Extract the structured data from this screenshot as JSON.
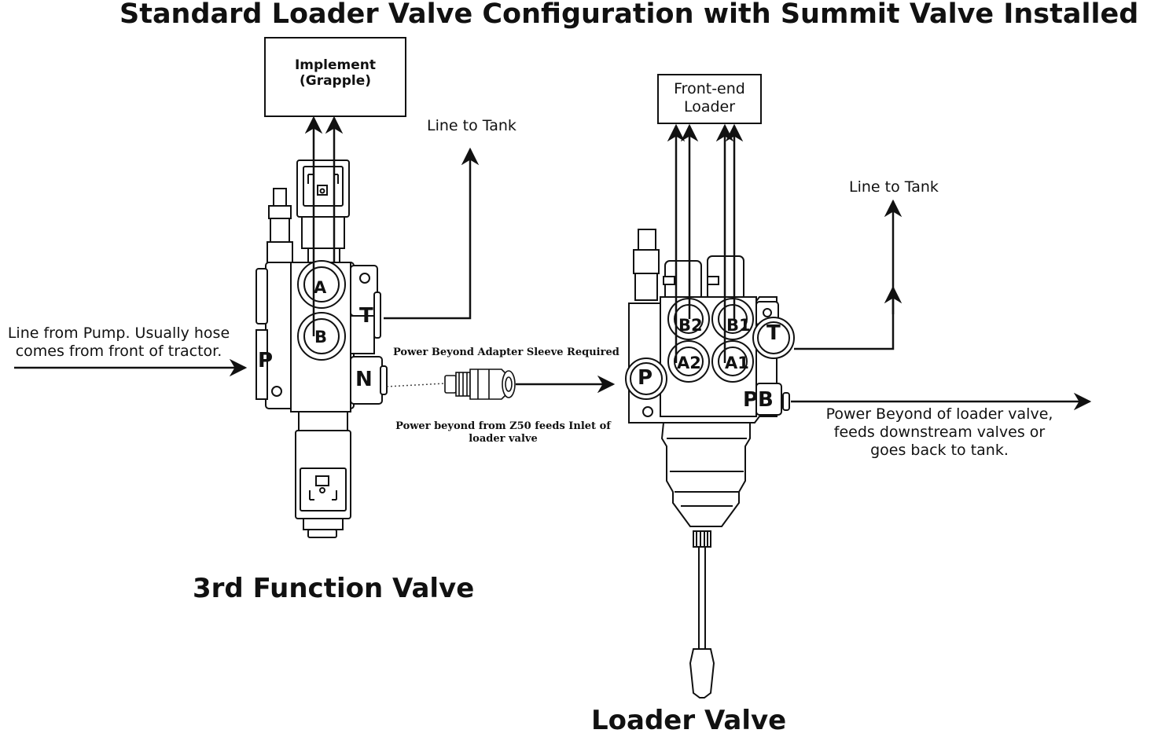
{
  "title": "Standard Loader Valve Configuration with Summit Valve Installed",
  "implement_box": {
    "line1": "Implement",
    "line2": "(Grapple)"
  },
  "loader_box": {
    "line1": "Front-end",
    "line2": "Loader"
  },
  "left_tank_label": "Line to Tank",
  "right_tank_label": "Line to Tank",
  "pump_label": {
    "line1": "Line from Pump. Usually hose",
    "line2": "comes from front of tractor."
  },
  "adapter_label": "Power Beyond Adapter Sleeve Required",
  "z50_label": {
    "line1": "Power beyond from Z50 feeds Inlet of",
    "line2": "loader valve"
  },
  "power_beyond_label": {
    "line1": "Power Beyond of loader valve,",
    "line2": "feeds downstream valves or",
    "line3": "goes back to tank."
  },
  "third_function_title": "3rd Function Valve",
  "loader_valve_title": "Loader Valve",
  "left_ports": {
    "a": "A",
    "b": "B",
    "t": "T",
    "p": "P",
    "n": "N"
  },
  "right_ports": {
    "b2": "B2",
    "b1": "B1",
    "a2": "A2",
    "a1": "A1",
    "t": "T",
    "p": "P",
    "pb": "PB"
  },
  "colors": {
    "line": "#111111",
    "background": "#ffffff"
  }
}
